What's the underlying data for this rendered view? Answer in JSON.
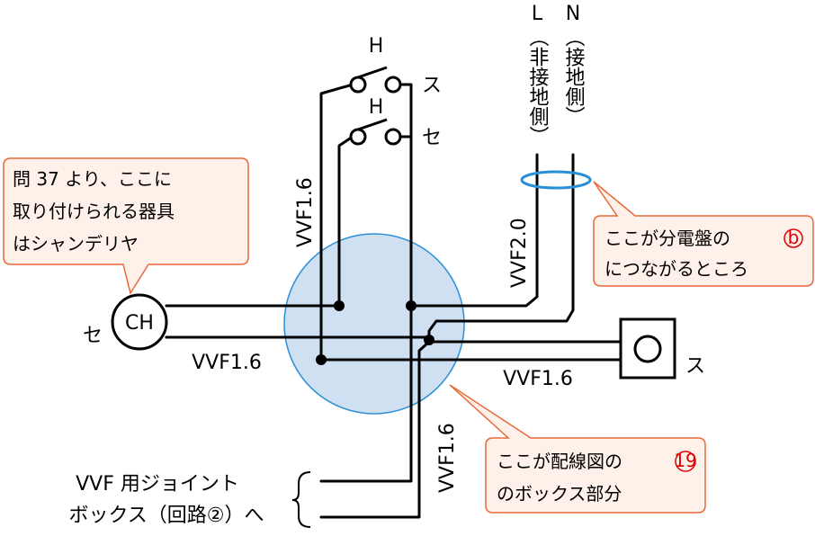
{
  "labels": {
    "line_L": "L",
    "line_N": "N",
    "line_L_note": "（非接地側）",
    "line_N_note": "（接地側）",
    "switch_H_top": "H",
    "switch_H_bottom": "H",
    "switch_su_top": "ス",
    "switch_se": "セ",
    "fixture_symbol": "CH",
    "fixture_se": "セ",
    "switch_box_su": "ス",
    "cable_switch": "VVF1.6",
    "cable_feed": "VVF2.0",
    "cable_fixture": "VVF1.6",
    "cable_right": "VVF1.6",
    "cable_down": "VVF1.6",
    "box_dest_line1": "VVF 用ジョイント",
    "box_dest_line2": "ボックス（回路②）へ"
  },
  "callouts": {
    "fixture_note": [
      "問 37 より、ここに",
      "取り付けられる器具",
      "はシャンデリヤ"
    ],
    "panel_note": [
      "ここが分電盤の",
      "につながるところ"
    ],
    "panel_badge": "b",
    "box_note": [
      "ここが配線図の",
      "のボックス部分"
    ],
    "box_badge": "19"
  },
  "colors": {
    "wire": "#000000",
    "box_fill": "#cfe0f3",
    "box_stroke": "#2a8fd6",
    "callout_fill": "#fdf1ea",
    "callout_stroke": "#e76a3b",
    "badge_color": "#e00000",
    "ring_color": "#2a8fd6"
  }
}
